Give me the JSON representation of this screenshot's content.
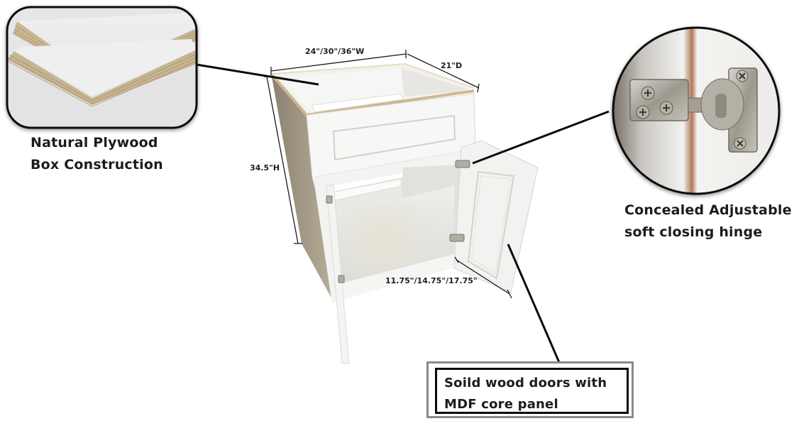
{
  "features": {
    "plywood": {
      "line1": "Natural Plywood",
      "line2": "Box Construction",
      "icon": "plywood-layers-inset"
    },
    "hinge": {
      "line1": "Concealed Adjustable",
      "line2": "soft closing hinge",
      "icon": "hinge-closeup-inset"
    },
    "doors": {
      "line1": "Soild wood doors with",
      "line2": "MDF core panel"
    }
  },
  "dimensions": {
    "width": "24\"/30\"/36\"W",
    "depth": "21\"D",
    "height": "34.5\"H",
    "opening": "11.75\"/14.75\"/17.75\""
  },
  "colors": {
    "cabinet_white": "#f4f4f2",
    "plywood_edge": "#c9b48e",
    "interior_gray": "#e6e6e2",
    "hinge_metal": "#a9a49a",
    "callout_outer_border": "#8a8a8a",
    "callout_inner_border": "#0a0a0a",
    "text": "#1c1c1c"
  }
}
